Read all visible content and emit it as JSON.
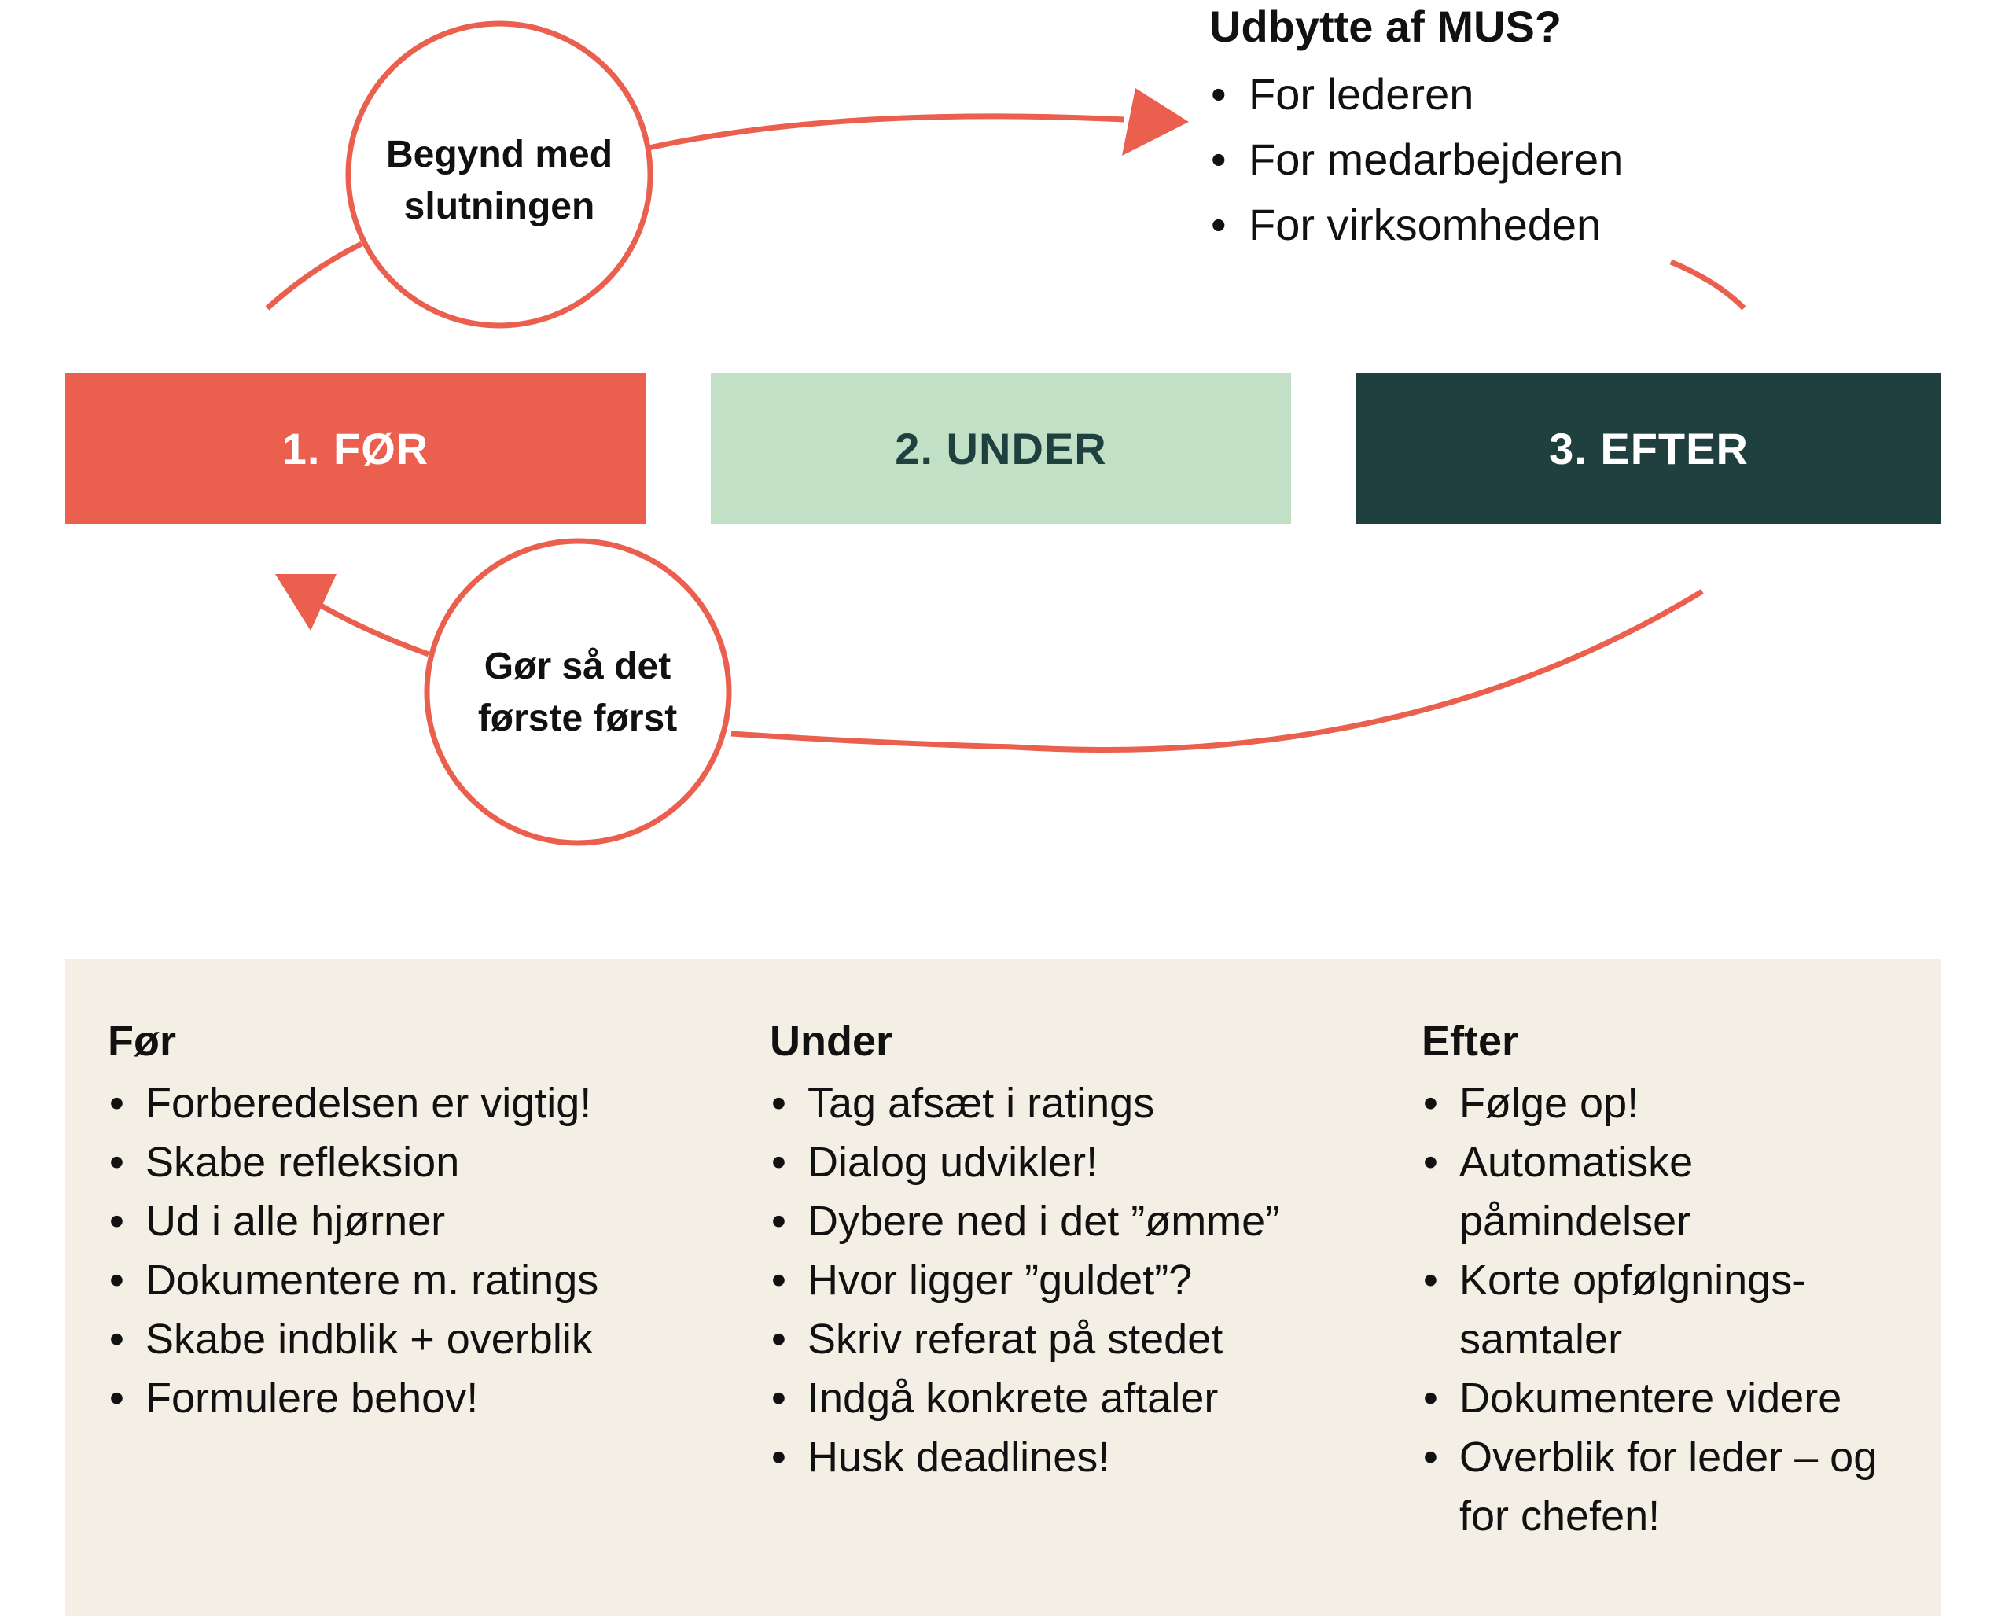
{
  "stages": {
    "before": "1. FØR",
    "during": "2. UNDER",
    "after": "3. EFTER"
  },
  "circles": {
    "top": {
      "line1": "Begynd med",
      "line2": "slutningen"
    },
    "bottom": {
      "line1": "Gør så det",
      "line2": "første først"
    }
  },
  "benefits": {
    "title": "Udbytte af MUS?",
    "items": [
      "For lederen",
      "For medarbejderen",
      "For virksomheden"
    ]
  },
  "columns": {
    "before": {
      "title": "Før",
      "items": [
        "Forberedelsen er vigtig!",
        "Skabe refleksion",
        "Ud i alle hjørner",
        "Dokumentere m. ratings",
        "Skabe indblik + overblik",
        "Formulere behov!"
      ]
    },
    "during": {
      "title": "Under",
      "items": [
        "Tag afsæt i ratings",
        "Dialog udvikler!",
        "Dybere ned i det ”ømme”",
        "Hvor ligger ”guldet”?",
        "Skriv referat på stedet",
        "Indgå konkrete aftaler",
        "Husk deadlines!"
      ]
    },
    "after": {
      "title": "Efter",
      "items": [
        "Følge op!",
        "Automatiske påmindelser",
        "Korte opfølgnings-samtaler",
        "Dokumentere videre",
        "Overblik for leder – og for chefen!"
      ]
    }
  },
  "colors": {
    "coral": "#eb5f4e",
    "mint": "#c2e0c6",
    "dark_green": "#203f3f",
    "panel_bg": "#f4efe4"
  }
}
